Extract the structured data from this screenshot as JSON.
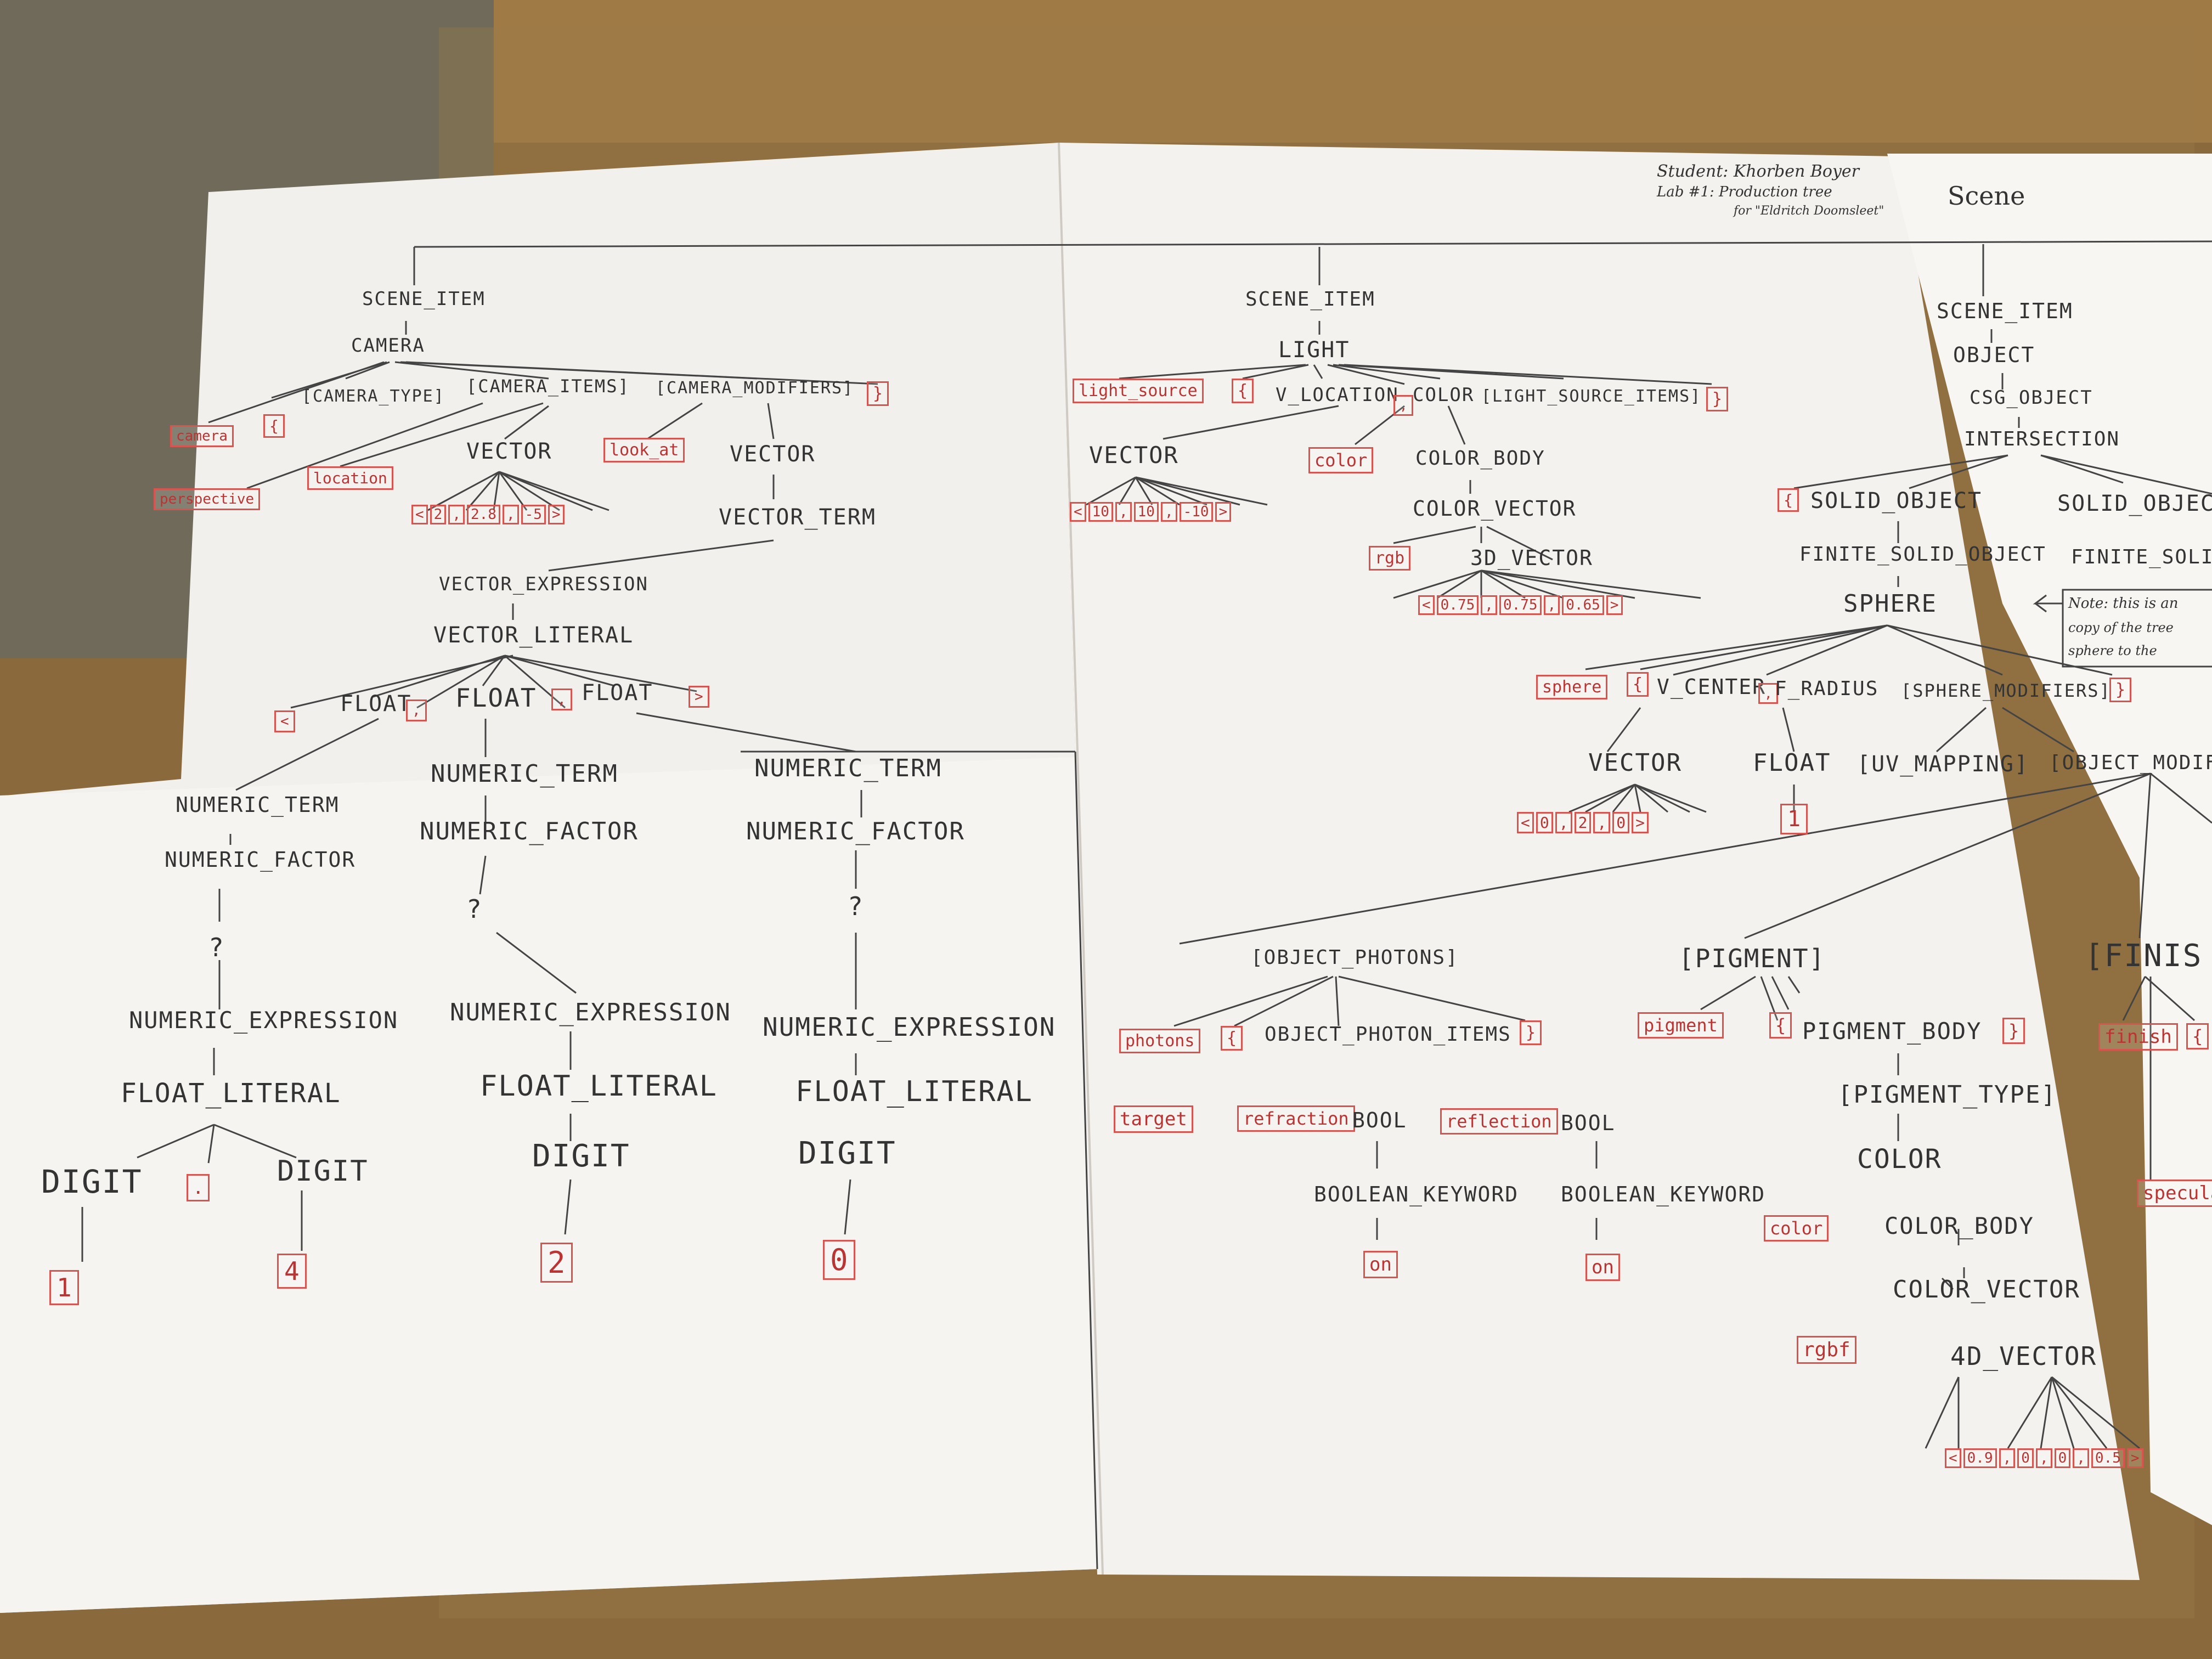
{
  "header": {
    "student": "Student: Khorben Boyer",
    "lab": "Lab #1: Production tree",
    "lab_sub": "for \"Eldritch Doomsleet\"",
    "scene": "Scene"
  },
  "camera_tree": {
    "scene_item": "SCENE_ITEM",
    "camera": "CAMERA",
    "camera_kw": "camera",
    "lbrace": "{",
    "camera_type": "[CAMERA_TYPE]",
    "camera_items": "[CAMERA_ITEMS]",
    "camera_modifiers": "[CAMERA_MODIFIERS]",
    "rbrace": "}",
    "perspective": "perspective",
    "location": "location",
    "vector1": "VECTOR",
    "look_at": "look_at",
    "vector2": "VECTOR",
    "vec1_tokens": [
      "<",
      "2",
      ",",
      "2.8",
      ",",
      "-5",
      ">"
    ],
    "vector_term": "VECTOR_TERM",
    "vector_expression": "VECTOR_EXPRESSION",
    "vector_literal": "VECTOR_LITERAL",
    "lt": "<",
    "float1": "FLOAT",
    "comma1": ",",
    "float2": "FLOAT",
    "comma2": ",",
    "float3": "FLOAT",
    "gt": ">",
    "nterm1": "NUMERIC_TERM",
    "nfactor1": "NUMERIC_FACTOR",
    "q1": "?",
    "nexpr1": "NUMERIC_EXPRESSION",
    "flit1": "FLOAT_LITERAL",
    "digit1a": "DIGIT",
    "dot": ".",
    "digit1b": "DIGIT",
    "d1": "1",
    "d4": "4",
    "nterm2": "NUMERIC_TERM",
    "nfactor2": "NUMERIC_FACTOR",
    "q2": "?",
    "nexpr2": "NUMERIC_EXPRESSION",
    "flit2": "FLOAT_LITERAL",
    "digit2": "DIGIT",
    "d2": "2",
    "nterm3": "NUMERIC_TERM",
    "nfactor3": "NUMERIC_FACTOR",
    "q3": "?",
    "nexpr3": "NUMERIC_EXPRESSION",
    "flit3": "FLOAT_LITERAL",
    "digit3": "DIGIT",
    "d0": "0"
  },
  "light_tree": {
    "scene_item": "SCENE_ITEM",
    "light": "LIGHT",
    "light_source": "light_source",
    "lbrace": "{",
    "v_location": "V_LOCATION",
    "comma": ",",
    "color": "COLOR",
    "light_source_items": "[LIGHT_SOURCE_ITEMS]",
    "rbrace": "}",
    "vector": "VECTOR",
    "vec_tokens": [
      "<",
      "10",
      ",",
      "10",
      ",",
      "-10",
      ">"
    ],
    "color_kw": "color",
    "color_body": "COLOR_BODY",
    "color_vector": "COLOR_VECTOR",
    "rgb": "rgb",
    "vector3d": "3D_VECTOR",
    "vec3_tokens": [
      "<",
      "0.75",
      ",",
      "0.75",
      ",",
      "0.65",
      ">"
    ]
  },
  "object_tree": {
    "scene_item": "SCENE_ITEM",
    "object": "OBJECT",
    "csg_object": "CSG_OBJECT",
    "intersection": "INTERSECTION",
    "lbrace": "{",
    "solid_object": "SOLID_OBJECT",
    "solid_object2": "SOLID_OBJECT",
    "finite_solid": "FINITE_SOLID_OBJECT",
    "finite_solid2": "FINITE_SOLID_O",
    "note": [
      "Note: this is an",
      "copy of the tree",
      "sphere to the"
    ],
    "sphere": "SPHERE",
    "sphere_kw": "sphere",
    "v_center": "V_CENTER",
    "comma": ",",
    "f_radius": "F_RADIUS",
    "sphere_modifiers": "[SPHERE_MODIFIERS]",
    "rbrace": "}",
    "vector": "VECTOR",
    "center_tokens": [
      "<",
      "0",
      ",",
      "2",
      ",",
      "0",
      ">"
    ],
    "float": "FLOAT",
    "radius_val": "1",
    "uv_mapping": "[UV_MAPPING]",
    "object_modifiers": "[OBJECT_MODIFIE",
    "object_photons": "[OBJECT_PHOTONS]",
    "photons_kw": "photons",
    "object_photon_items": "OBJECT_PHOTON_ITEMS",
    "target": "target",
    "refraction": "refraction",
    "bool1": "BOOL",
    "reflection": "reflection",
    "bool2": "BOOL",
    "bool_kw1": "BOOLEAN_KEYWORD",
    "bool_kw2": "BOOLEAN_KEYWORD",
    "on1": "on",
    "on2": "on",
    "pigment_opt": "[PIGMENT]",
    "pigment_kw": "pigment",
    "pigment_body": "PIGMENT_BODY",
    "pigment_type": "[PIGMENT_TYPE]",
    "color": "COLOR",
    "color_kw": "color",
    "color_body": "COLOR_BODY",
    "color_vector": "COLOR_VECTOR",
    "rgbf": "rgbf",
    "vector4d": "4D_VECTOR",
    "vec4_tokens": [
      "<",
      "0.9",
      ",",
      "0",
      ",",
      "0",
      ",",
      "0.5",
      ">"
    ],
    "finish_opt": "[FINIS",
    "finish_kw": "finish",
    "specular_kw": "specula"
  },
  "colors": {
    "paper": "#f4f2ef",
    "table": "#8a6a3c",
    "ink": "#333333",
    "terminal": "#d9534f"
  }
}
